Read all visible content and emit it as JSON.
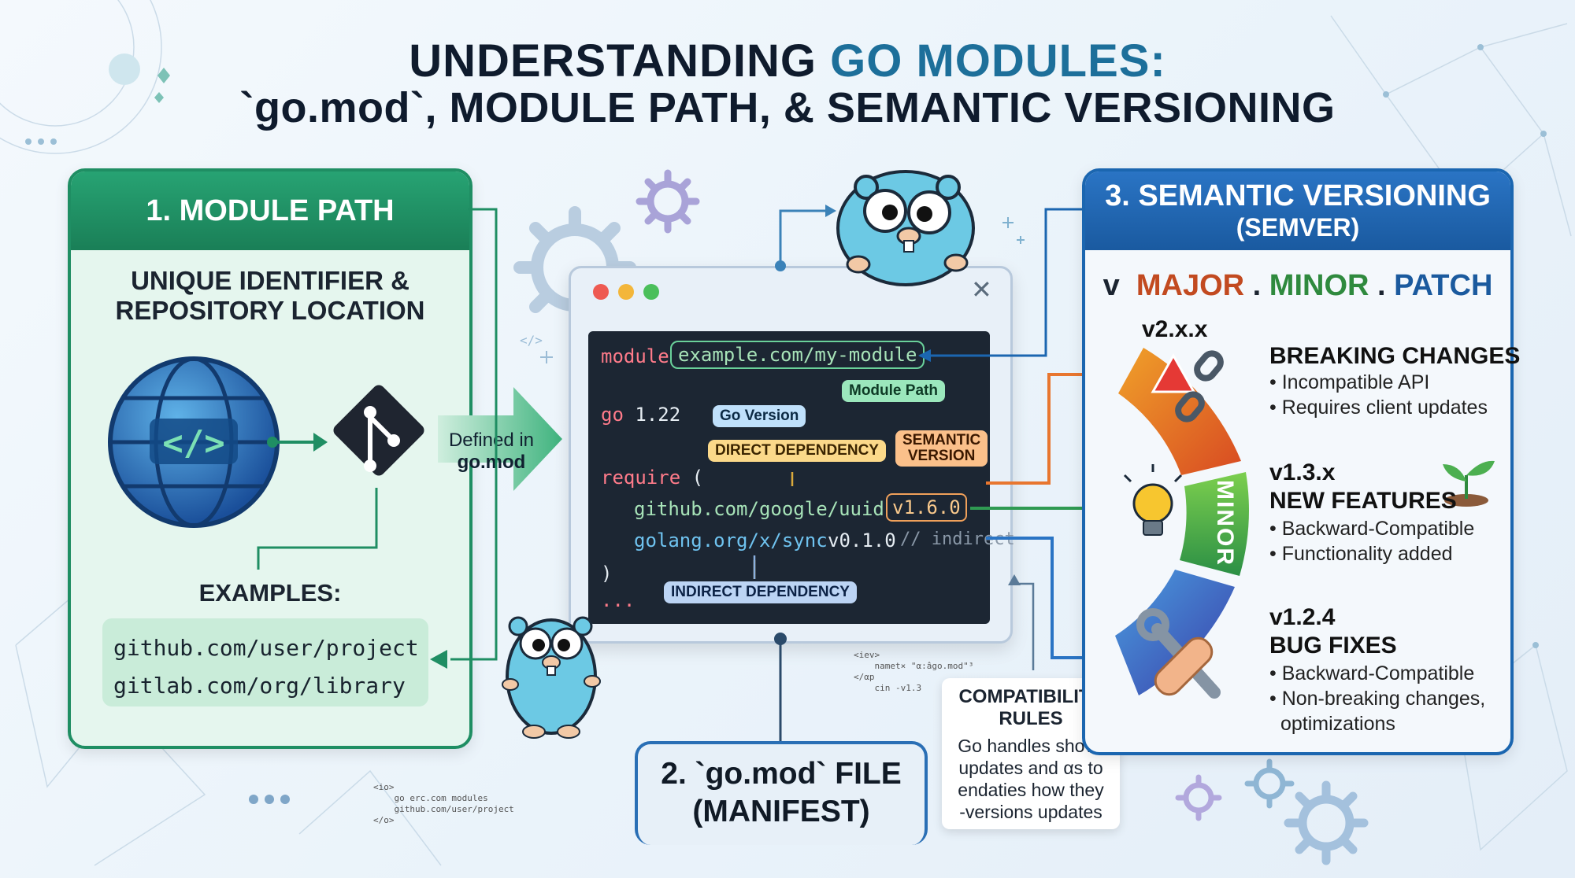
{
  "title": {
    "line1_pre": "UNDERSTANDING ",
    "line1_hl": "GO MODULES:",
    "line2": "`go.mod`, MODULE PATH, & SEMANTIC VERSIONING"
  },
  "panel1": {
    "heading": "1. MODULE PATH",
    "subtitle_line1": "UNIQUE IDENTIFIER &",
    "subtitle_line2": "REPOSITORY LOCATION",
    "globe_glyph": "</>",
    "examples_label": "EXAMPLES:",
    "examples": [
      "github.com/user/project",
      "gitlab.com/org/library"
    ],
    "arrow_label_line1": "Defined in",
    "arrow_label_line2": "go.mod"
  },
  "code": {
    "line1_kw": "module",
    "line1_path": "example.com/my-module",
    "tag_module_path": "Module Path",
    "line2_kw": "go",
    "line2_ver": "1.22",
    "tag_go_version": "Go Version",
    "tag_direct": "DIRECT DEPENDENCY",
    "tag_semver_line1": "SEMANTIC",
    "tag_semver_line2": "VERSION",
    "line3_kw": "require",
    "line3_paren": "(",
    "dep1_path": "github.com/google/uuid",
    "dep1_ver": "v1.6.0",
    "dep2_path": "golang.org/x/sync",
    "dep2_ver": "v0.1.0",
    "dep2_comment": "// indirect",
    "close_paren": ")",
    "tag_indirect": "INDIRECT DEPENDENCY",
    "ellipsis": "..."
  },
  "panel2": {
    "line1": "2. `go.mod` FILE",
    "line2": "(MANIFEST)"
  },
  "compat": {
    "title_line1": "COMPATIBILITY",
    "title_line2": "RULES",
    "body": [
      "Go handles shove",
      "updates and αs to",
      "endaties how they",
      "-versions updates"
    ]
  },
  "panel3": {
    "heading_line1": "3. SEMANTIC VERSIONING",
    "heading_line2": "(SEMVER)",
    "semver_v": "v",
    "semver_major": "MAJOR",
    "semver_dot": ".",
    "semver_minor": "MINOR",
    "semver_patch": "PATCH",
    "arc_minor_label": "MINOR",
    "major": {
      "version": "v2.x.x",
      "title": "BREAKING CHANGES",
      "bullets": [
        "• Incompatible API",
        "• Requires client updates"
      ]
    },
    "minor": {
      "version": "v1.3.x",
      "title": "NEW FEATURES",
      "bullets": [
        "• Backward-Compatible",
        "• Functionality added"
      ]
    },
    "patch": {
      "version": "v1.2.4",
      "title": "BUG FIXES",
      "bullets": [
        "• Backward-Compatible",
        "• Non-breaking changes,",
        "optimizations"
      ]
    }
  },
  "snippets": {
    "left": "<io>\n    go erc.com modules\n    github.com/user/project\n</o>",
    "mid": "<iev>\n    namet× \"α:âgo.mod\"³\n</αp\n    cin -v1.3",
    "code_glyph": "</>"
  },
  "colors": {
    "green": "#1f8e63",
    "blue": "#1b66b0",
    "orange": "#e8762f",
    "code_bg": "#1c2633"
  }
}
